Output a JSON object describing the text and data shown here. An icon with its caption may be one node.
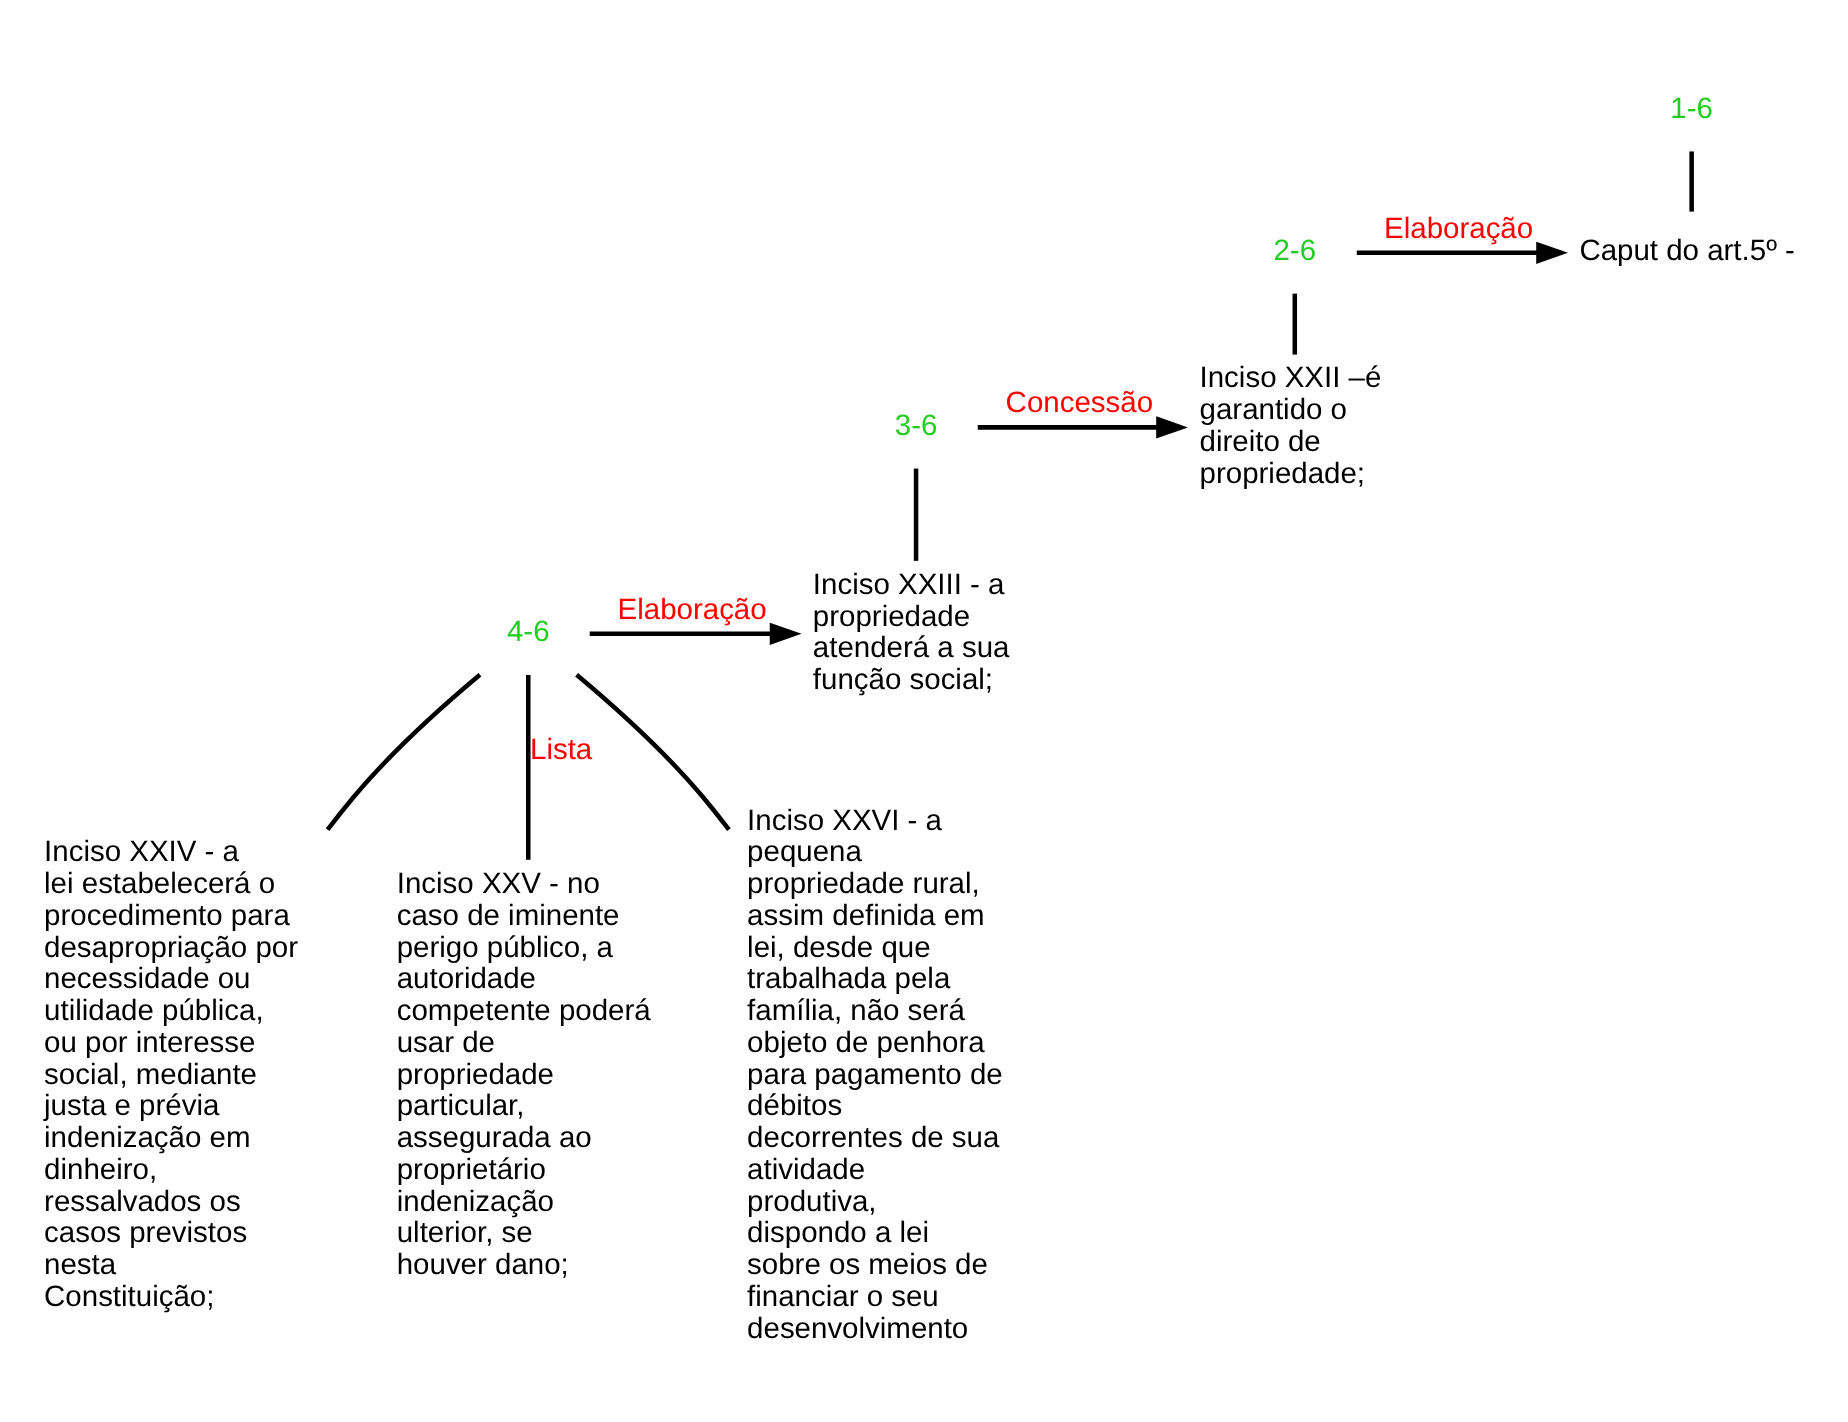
{
  "diagram": {
    "nodes": [
      {
        "text": [
          "1-6"
        ]
      },
      {
        "text": [
          "Caput do art.5º -"
        ]
      },
      {
        "text": [
          "2-6"
        ]
      },
      {
        "text": [
          "Inciso XXII –é garantido o direito de propriedade;"
        ]
      },
      {
        "text": [
          "3-6"
        ]
      },
      {
        "text": [
          "Inciso XXIII - a propriedade atenderá a sua função social;"
        ]
      },
      {
        "text": [
          "4-6"
        ]
      },
      {
        "text": [
          "Inciso XXIV - a lei estabelecerá o procedimento para desapropriação por necessidade ou utilidade pública, ou por interesse social, mediante justa e prévia indenização em dinheiro, ressalvados os casos previstos nesta Constituição;"
        ]
      },
      {
        "text": [
          "Inciso XXV - no caso de iminente perigo público, a autoridade competente poderá usar de propriedade particular, assegurada ao proprietário indenização ulterior, se houver dano;"
        ]
      },
      {
        "text": [
          "Inciso XXVI - a pequena propriedade rural, assim definida em lei, desde que trabalhada pela família, não será objeto de penhora para pagamento de débitos decorrentes de sua atividade produtiva, dispondo a lei sobre os meios de financiar o seu desenvolvimento"
        ]
      }
    ],
    "edges": [
      {
        "from": 0,
        "to": 1,
        "arrow": "none"
      },
      {
        "from": 2,
        "to": 1,
        "arrow": "to",
        "label": "Elaboração"
      },
      {
        "from": 2,
        "to": 3,
        "arrow": "none"
      },
      {
        "from": 4,
        "to": 3,
        "arrow": "to",
        "label": "Concessão"
      },
      {
        "from": 4,
        "to": 5,
        "arrow": "none"
      },
      {
        "from": 6,
        "to": 5,
        "arrow": "to",
        "label": "Elaboração"
      },
      {
        "from": 6,
        "to": 7,
        "arrow": "none"
      },
      {
        "from": 6,
        "to": 8,
        "arrow": "none",
        "label": "Lista"
      },
      {
        "from": 6,
        "to": 9,
        "arrow": "none"
      }
    ]
  }
}
